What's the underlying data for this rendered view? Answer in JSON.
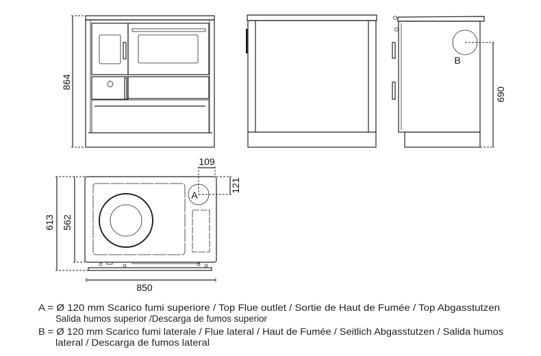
{
  "dimensions": {
    "height_total": "864",
    "flue_b_height": "690",
    "depth_total": "613",
    "depth_body": "562",
    "width": "850",
    "flue_a_offset_x": "109",
    "flue_a_offset_y": "121"
  },
  "markers": {
    "a": "A",
    "b": "B"
  },
  "legend": {
    "a_line1": "A = Ø 120 mm  Scarico fumi superiore / Top Flue outlet / Sortie de Haut de Fumée / Top Abgasstutzen",
    "a_line2": "Salida humos superior /Descarga de fumos superior",
    "b_line1": "B = Ø 120 mm  Scarico fumi laterale / Flue lateral / Haut de Fumée / Seitlich Abgasstutzen / Salida humos",
    "b_line2": "lateral / Descarga de fumos lateral"
  }
}
